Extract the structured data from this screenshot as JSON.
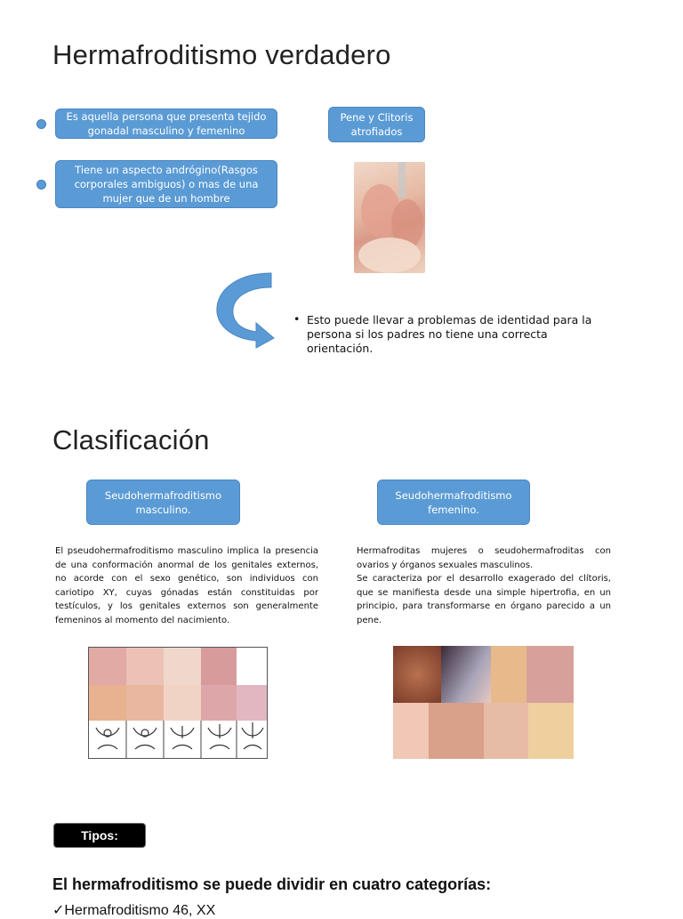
{
  "section1": {
    "title": "Hermafroditismo verdadero",
    "box1": "Es aquella persona que presenta tejido gonadal masculino y femenino",
    "box2": "Tiene un aspecto andrógino(Rasgos corporales ambiguos) o mas de una mujer que de un hombre",
    "box3": "Pene y Clitoris atrofiados",
    "note": "Esto puede llevar a problemas de identidad para la persona si los padres no tiene una correcta orientación."
  },
  "section2": {
    "title": "Clasificación",
    "masc_label": "Seudohermafroditismo masculino.",
    "fem_label": "Seudohermafroditismo femenino.",
    "masc_text": "El pseudohermafroditismo masculino implica la presencia de una conformación anormal de los genitales externos, no acorde con el sexo genético, son individuos con cariotipo XY, cuyas gónadas están constituidas por testículos, y los genitales externos son generalmente femeninos al momento del nacimiento.",
    "fem_text1": "Hermafroditas mujeres o seudohermafroditas con ovarios y órganos sexuales masculinos.",
    "fem_text2": "Se caracteriza por el desarrollo exagerado del clítoris, que se manifiesta desde una simple hipertrofia, en un principio, para transformarse en órgano parecido a un pene."
  },
  "section3": {
    "badge": "Tipos:",
    "heading": "El hermafroditismo se puede dividir en cuatro categorías:",
    "first_item": "✓Hermafroditismo 46, XX"
  },
  "colors": {
    "accent_blue": "#5b9bd5",
    "badge_bg": "#000000"
  },
  "icons": {
    "bullet": "blue-circle",
    "arrow": "curved-down-right-arrow"
  }
}
